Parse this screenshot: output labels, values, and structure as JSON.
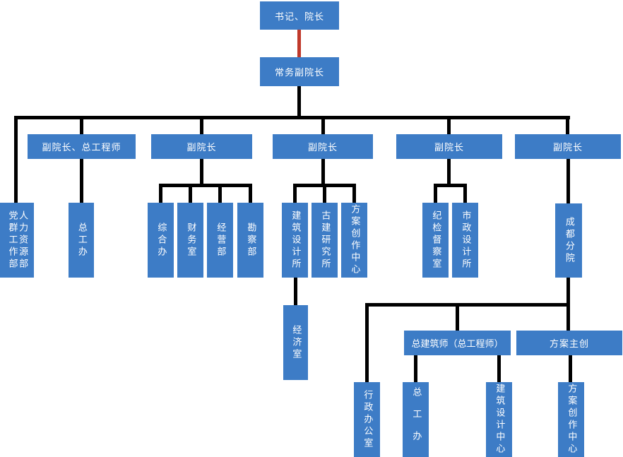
{
  "diagram": {
    "kind": "org-chart",
    "colors": {
      "node_fill": "#3d7cc6",
      "node_text": "#ffffff",
      "connector": "#000000",
      "top_link_red": "#c0392b"
    }
  },
  "nodes": {
    "president": "书记、院长",
    "exec_vp": "常务副院长",
    "vp_chief_engineer": "副院长、总工程师",
    "vp2": "副院长",
    "vp3": "副院长",
    "vp4": "副院长",
    "vp5": "副院长",
    "party_mass_dept": "党群工作部",
    "hr_dept": "人力资源部",
    "chief_eng_office": "总工办",
    "general_office": "综合办",
    "finance_office": "财务室",
    "operations_dept": "经营部",
    "survey_dept": "勘察部",
    "arch_design_institute": "建筑设计所",
    "ancient_arch_institute": "古建研究所",
    "scheme_creation_center": "方案创作中心",
    "economy_office": "经济室",
    "discipline_office": "纪检督察室",
    "municipal_design_institute": "市政设计所",
    "chengdu_branch": "成都分院",
    "admin_office": "行政办公室",
    "chief_architect": "总建筑师（总工程师）",
    "scheme_lead": "方案主创",
    "branch_chief_eng_office": "总工办",
    "branch_arch_design_center": "建筑设计中心",
    "branch_scheme_creation_center": "方案创作中心"
  }
}
